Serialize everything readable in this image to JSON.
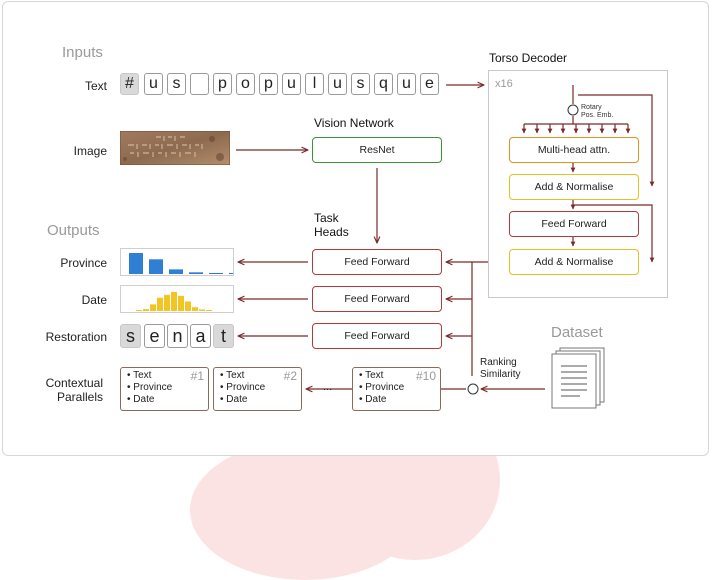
{
  "sections": {
    "inputs": "Inputs",
    "outputs": "Outputs",
    "dataset": "Dataset"
  },
  "row_labels": {
    "text": "Text",
    "image": "Image",
    "province": "Province",
    "date": "Date",
    "restoration": "Restoration",
    "contextual_1": "Contextual",
    "contextual_2": "Parallels"
  },
  "input_chars": [
    "#",
    "u",
    "s",
    "",
    "p",
    "o",
    "p",
    "u",
    "l",
    "u",
    "s",
    "q",
    "u",
    "e"
  ],
  "restoration_chars": [
    "s",
    "e",
    "n",
    "a",
    "t"
  ],
  "vision": {
    "title": "Vision Network",
    "resnet": "ResNet"
  },
  "task_heads": {
    "title_1": "Task",
    "title_2": "Heads",
    "ff": "Feed Forward"
  },
  "torso": {
    "title": "Torso Decoder",
    "repeat": "x16",
    "rotary_1": "Rotary",
    "rotary_2": "Pos. Emb.",
    "mha": "Multi-head attn.",
    "addnorm": "Add & Normalise",
    "ff": "Feed Forward"
  },
  "ranking": {
    "line1": "Ranking",
    "line2": "Similarity"
  },
  "parallels": {
    "items": [
      "Text",
      "Province",
      "Date"
    ],
    "ranks": [
      "#1",
      "#2",
      "#10"
    ],
    "ellipsis": "..."
  },
  "province_chart": {
    "values": [
      1.0,
      0.7,
      0.22,
      0.08,
      0.05,
      0.05
    ],
    "color": "#2f7fd4"
  },
  "date_chart": {
    "values": [
      0.04,
      0.1,
      0.35,
      0.7,
      0.85,
      1.0,
      0.8,
      0.5,
      0.2,
      0.08,
      0.04
    ],
    "color": "#f2c522"
  },
  "colors": {
    "arrow": "#7a2a2a",
    "red": "#b23a3a",
    "green": "#3f8f3f",
    "orange": "#e69020",
    "yellow": "#e8c022"
  }
}
